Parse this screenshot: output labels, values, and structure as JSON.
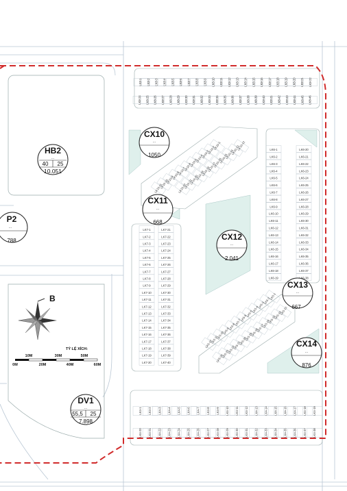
{
  "zones": {
    "hb2": {
      "code": "HB2",
      "floors": "40",
      "density": "25",
      "area": "10.051",
      "dots": "..."
    },
    "p2": {
      "code": "P2",
      "area": "788",
      "dots": "..."
    },
    "cx10": {
      "code": "CX10",
      "area": "1050",
      "dots": "..."
    },
    "cx11": {
      "code": "CX11",
      "area": "668",
      "dots": "..."
    },
    "cx12": {
      "code": "CX12",
      "area": "2.041",
      "dots": "..."
    },
    "cx13": {
      "code": "CX13",
      "area": "667",
      "dots": "..."
    },
    "cx14": {
      "code": "CX14",
      "area": "876",
      "dots": "..."
    },
    "dv1": {
      "code": "DV1",
      "floors": "55,5",
      "density": "25",
      "area": "7.898",
      "dots": "..."
    }
  },
  "compass": {
    "north_label": "B"
  },
  "scale": {
    "title": "TỶ LỆ XÍCH:",
    "top_labels": [
      "10M",
      "30M",
      "50M"
    ],
    "bottom_labels": [
      "0M",
      "20M",
      "40M",
      "60M"
    ]
  },
  "lot_groups": {
    "lk8_top": [
      "LK8-1",
      "LK8-2",
      "LK8-3",
      "LK8-4",
      "LK8-5",
      "LK8-6",
      "LK8-7",
      "LK8-8",
      "LK8-9",
      "LK8-10",
      "LK8-11",
      "LK8-12",
      "LK8-13",
      "LK8-14",
      "LK8-15",
      "LK8-16",
      "LK8-17",
      "LK8-18",
      "LK8-19",
      "LK8-20",
      "LK8-21",
      "LK8-22"
    ],
    "lk8_bottom": [
      "LK8-24",
      "LK8-25",
      "LK8-26",
      "LK8-27",
      "LK8-28",
      "LK8-29",
      "LK8-30",
      "LK8-31",
      "LK8-32",
      "LK8-33",
      "LK8-34",
      "LK8-35",
      "LK8-36",
      "LK8-37",
      "LK8-38",
      "LK8-39",
      "LK8-40",
      "LK8-41",
      "LK8-42",
      "LK8-43",
      "LK8-44",
      "LK8-45",
      "LK8-46"
    ],
    "lk6_left": [
      "LK6-1",
      "LK6-2",
      "LK6-3",
      "LK6-4",
      "LK6-5",
      "LK6-6",
      "LK6-7",
      "LK6-8",
      "LK6-9",
      "LK6-10",
      "LK6-11",
      "LK6-12",
      "LK6-13",
      "LK6-14",
      "LK6-15",
      "LK6-16",
      "LK6-17",
      "LK6-18",
      "LK6-19"
    ],
    "lk6_right": [
      "LK6-20",
      "LK6-21",
      "LK6-22",
      "LK6-23",
      "LK6-24",
      "LK6-25",
      "LK6-26",
      "LK6-27",
      "LK6-28",
      "LK6-29",
      "LK6-30",
      "LK6-31",
      "LK6-32",
      "LK6-33",
      "LK6-34",
      "LK6-35",
      "LK6-36",
      "LK6-37",
      "LK6-38"
    ],
    "lk7_left": [
      "LK7-1",
      "LK7-2",
      "LK7-3",
      "LK7-4",
      "LK7-5",
      "LK7-6",
      "LK7-7",
      "LK7-8",
      "LK7-9",
      "LK7-10",
      "LK7-11",
      "LK7-12",
      "LK7-13",
      "LK7-14",
      "LK7-15",
      "LK7-16",
      "LK7-17",
      "LK7-18",
      "LK7-19",
      "LK7-20"
    ],
    "lk7_right": [
      "LK7-21",
      "LK7-22",
      "LK7-23",
      "LK7-24",
      "LK7-25",
      "LK7-26",
      "LK7-27",
      "LK7-28",
      "LK7-29",
      "LK7-30",
      "LK7-31",
      "LK7-32",
      "LK7-33",
      "LK7-34",
      "LK7-35",
      "LK7-36",
      "LK7-37",
      "LK7-38",
      "LK7-39",
      "LK7-40"
    ],
    "lk4_top": [
      "LK4-1",
      "LK4-2",
      "LK4-3",
      "LK4-4",
      "LK4-5",
      "LK4-6",
      "LK4-7",
      "LK4-8",
      "LK4-9",
      "LK4-10",
      "LK4-11",
      "LK4-12",
      "LK4-13",
      "LK4-14",
      "LK4-15",
      "LK4-16",
      "LK4-17",
      "LK4-18",
      "LK4-19"
    ],
    "lk4_bottom": [
      "LK4-20",
      "LK4-21",
      "LK4-22",
      "LK4-23",
      "LK4-24",
      "LK4-25",
      "LK4-26",
      "LK4-27",
      "LK4-28",
      "LK4-29",
      "LK4-30",
      "LK4-31",
      "LK4-32",
      "LK4-33",
      "LK4-34",
      "LK4-35",
      "LK4-36",
      "LK4-37",
      "LK4-38"
    ],
    "lk10_a": [
      "LK10-1",
      "LK10-2",
      "LK10-3",
      "LK10-4",
      "LK10-5",
      "LK10-6",
      "LK10-7",
      "LK10-8",
      "LK10-9",
      "LK10-10",
      "LK10-11"
    ],
    "lk10_b": [
      "LK10-12",
      "LK10-13",
      "LK10-14",
      "LK10-15",
      "LK10-16",
      "LK10-17",
      "LK10-18",
      "LK10-19",
      "LK10-20",
      "LK10-21",
      "LK10-22"
    ],
    "lk5_a": [
      "LK5-1",
      "LK5-2",
      "LK5-3",
      "LK5-4",
      "LK5-5",
      "LK5-6",
      "LK5-7",
      "LK5-8",
      "LK5-9",
      "LK5-10",
      "LK5-11",
      "LK5-12"
    ],
    "lk5_b": [
      "LK5-13",
      "LK5-14",
      "LK5-15",
      "LK5-16",
      "LK5-17",
      "LK5-18",
      "LK5-19",
      "LK5-20",
      "LK5-21",
      "LK5-22",
      "LK5-23",
      "LK5-24"
    ]
  }
}
